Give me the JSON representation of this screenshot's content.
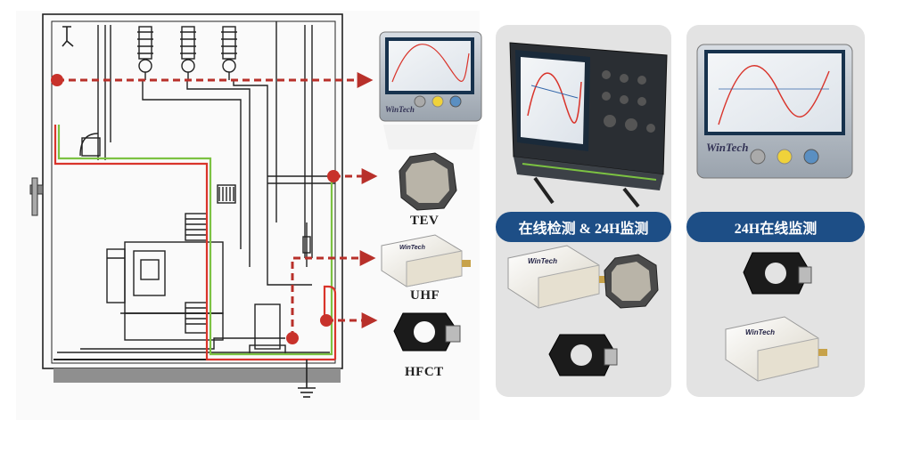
{
  "sensors": {
    "tev": "TEV",
    "uhf": "UHF",
    "hfct": "HFCT"
  },
  "panels": {
    "left": {
      "title": "在线检测 & 24H监测"
    },
    "right": {
      "title": "24H在线监测"
    }
  },
  "device": {
    "brand": "WinTech",
    "sensor_brand": "WinTech"
  },
  "colors": {
    "arrow": "#b8302a",
    "pill": "#1d4e86",
    "panel": "#e3e3e3",
    "wire_green": "#7cc242",
    "wire_red": "#d9342b"
  },
  "icons": [
    "grounding-icon",
    "insulator-icon",
    "tev-sensor-icon",
    "uhf-sensor-icon",
    "hfct-sensor-icon",
    "monitor-icon",
    "oscilloscope-icon"
  ]
}
